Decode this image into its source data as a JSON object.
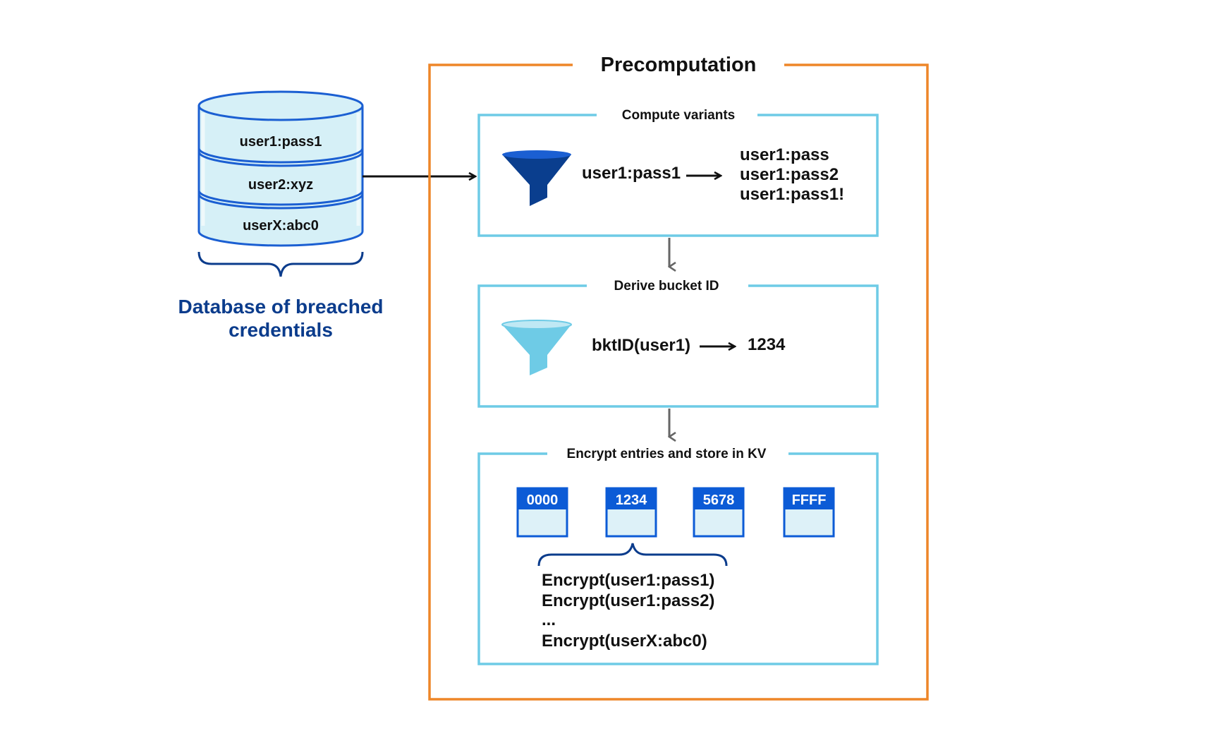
{
  "database": {
    "rows": [
      "user1:pass1",
      "user2:xyz",
      "userX:abc0"
    ],
    "caption_line1": "Database of breached",
    "caption_line2": "credentials"
  },
  "precomputation": {
    "title": "Precomputation",
    "compute_variants": {
      "title": "Compute variants",
      "input": "user1:pass1",
      "outputs": [
        "user1:pass",
        "user1:pass2",
        "user1:pass1!"
      ]
    },
    "derive_bucket": {
      "title": "Derive bucket ID",
      "input": "bktID(user1)",
      "output": "1234"
    },
    "encrypt_store": {
      "title": "Encrypt entries and store in KV",
      "buckets": [
        "0000",
        "1234",
        "5678",
        "FFFF"
      ],
      "entries": [
        "Encrypt(user1:pass1)",
        "Encrypt(user1:pass2)",
        "...",
        "Encrypt(userX:abc0)"
      ]
    }
  },
  "colors": {
    "orange": "#EE8628",
    "light_blue": "#6ECBE6",
    "cylinder_fill": "#D6F0F7",
    "cylinder_stroke": "#1B5FD2",
    "navy": "#0B3C8C",
    "dark_funnel": "#0A3E8E",
    "bucket_blue": "#0C5BD6",
    "bucket_fill": "#DDF1F8",
    "gray_arrow": "#666666"
  }
}
